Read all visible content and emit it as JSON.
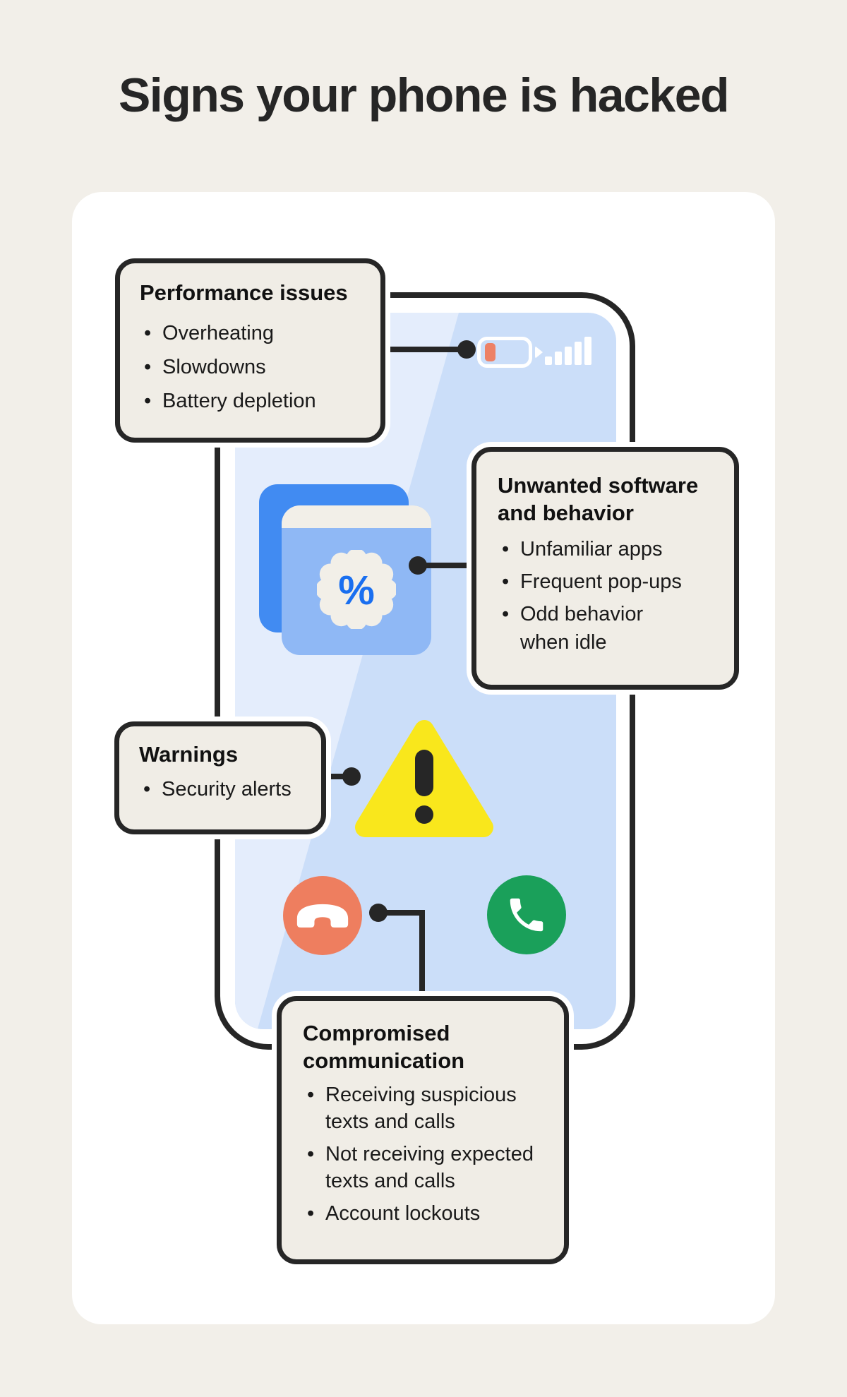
{
  "title": "Signs your phone is hacked",
  "callouts": {
    "performance": {
      "title": "Performance issues",
      "bullets": [
        "Overheating",
        "Slowdowns",
        "Battery depletion"
      ]
    },
    "software": {
      "title": "Unwanted software\nand behavior",
      "bullets": [
        "Unfamiliar apps",
        "Frequent pop-ups",
        "Odd behavior\nwhen idle"
      ]
    },
    "warnings": {
      "title": "Warnings",
      "bullets": [
        "Security alerts"
      ]
    },
    "communication": {
      "title": "Compromised\ncommunication",
      "bullets": [
        "Receiving suspicious\ntexts and calls",
        "Not receiving expected\ntexts and calls",
        "Account lockouts"
      ]
    }
  },
  "phone": {
    "status_bar": {
      "battery_icon": "low-battery-icon",
      "signal_icon": "signal-strength-icon"
    },
    "app_icon": {
      "percent_symbol": "%"
    },
    "warning_icon": "alert-triangle-icon",
    "call_icons": {
      "decline": "hang-up-phone-icon",
      "accept": "phone-call-icon"
    }
  },
  "colors": {
    "background": "#F2EFE9",
    "card": "#FFFFFF",
    "callout_fill": "#F0EDE6",
    "outline_dark": "#262626",
    "screen_blue": "#CBDEF9",
    "screen_glare": "#E4EDFC",
    "battery_low_red": "#ED8166",
    "app_back_blue": "#418BF2",
    "app_front_blue": "#8FB8F5",
    "cream": "#F2EFE8",
    "percent_blue": "#1A6FF0",
    "warning_yellow": "#F9E71C",
    "decline_red": "#EE7E5F",
    "accept_green": "#1AA05A"
  }
}
